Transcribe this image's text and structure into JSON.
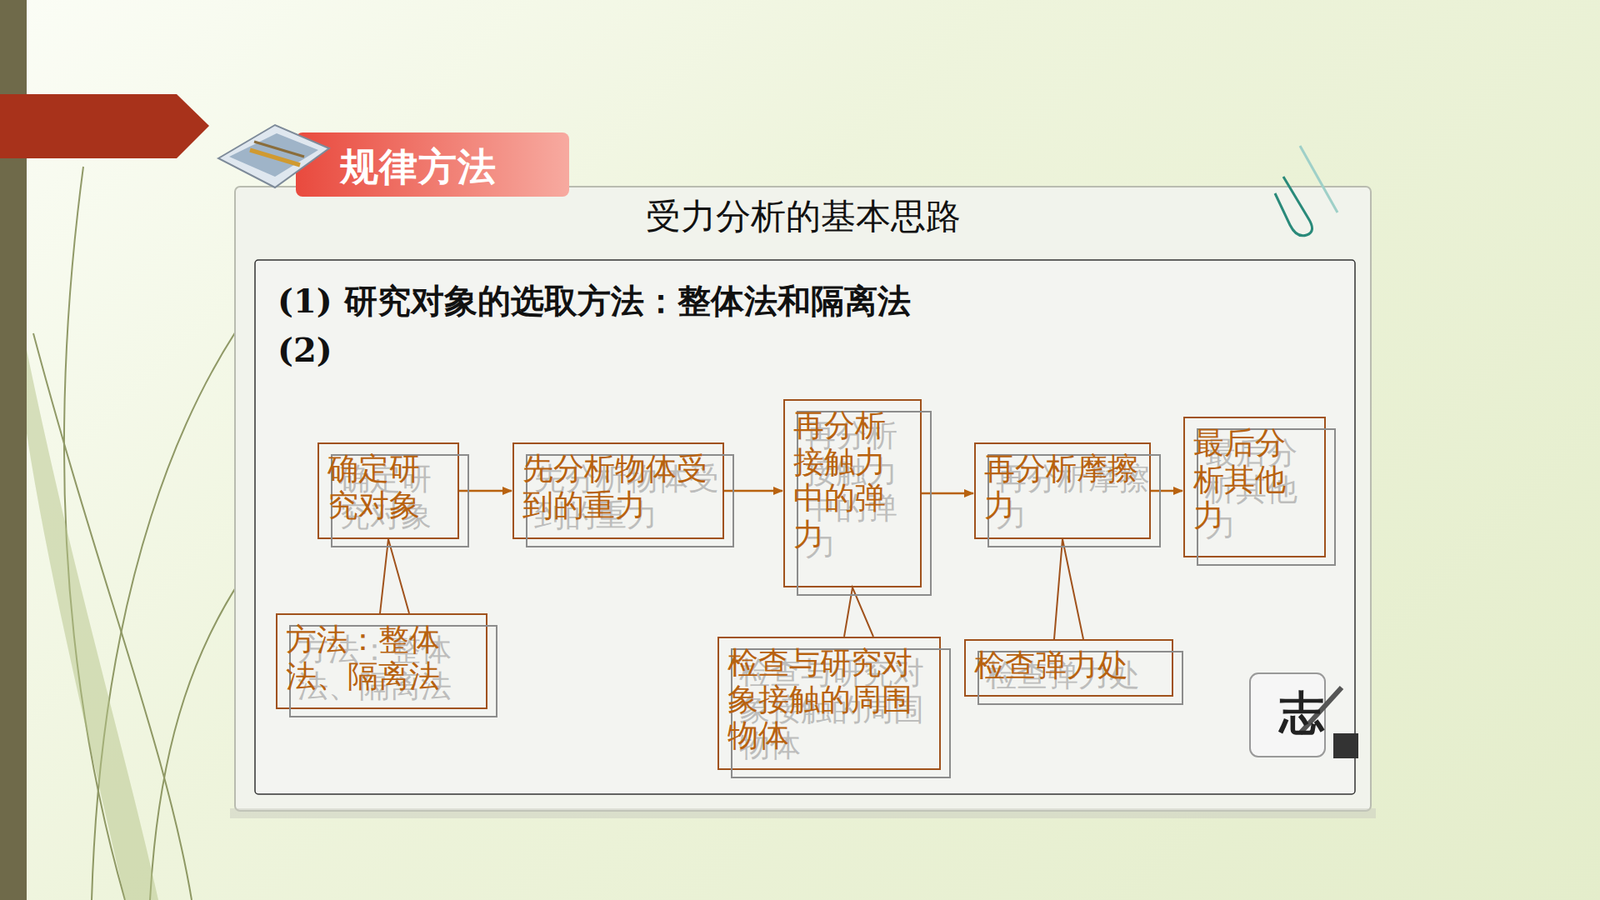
{
  "diagram": {
    "title": "受力分析的基本思路",
    "nodes": [
      {
        "text": [
          "确定研究对象"
        ]
      },
      {
        "text": [
          "先分析物体受到的重力"
        ]
      },
      {
        "text": [
          "再分析接触力中的弹力"
        ]
      },
      {
        "text": [
          "再分析摩擦力"
        ]
      },
      {
        "text": [
          "最后分析其他力"
        ]
      },
      {
        "text": [
          "方法：整体法、隔离法"
        ]
      },
      {
        "text": [
          "检查与研究对象接触的周围物体"
        ]
      },
      {
        "text": [
          "检查弹力处"
        ]
      }
    ],
    "edges": [
      {
        "from": 0,
        "to": 1,
        "arrow": "to"
      },
      {
        "from": 1,
        "to": 2,
        "arrow": "to"
      },
      {
        "from": 2,
        "to": 3,
        "arrow": "to"
      },
      {
        "from": 3,
        "to": 4,
        "arrow": "to"
      },
      {
        "from": 5,
        "to": 0,
        "arrow": "none"
      },
      {
        "from": 6,
        "to": 2,
        "arrow": "none"
      },
      {
        "from": 7,
        "to": 3,
        "arrow": "none"
      }
    ],
    "labels": [
      "规律方法",
      "(1) 研究对象的选取方法：整体法和隔离法",
      "(2)",
      "志"
    ]
  }
}
